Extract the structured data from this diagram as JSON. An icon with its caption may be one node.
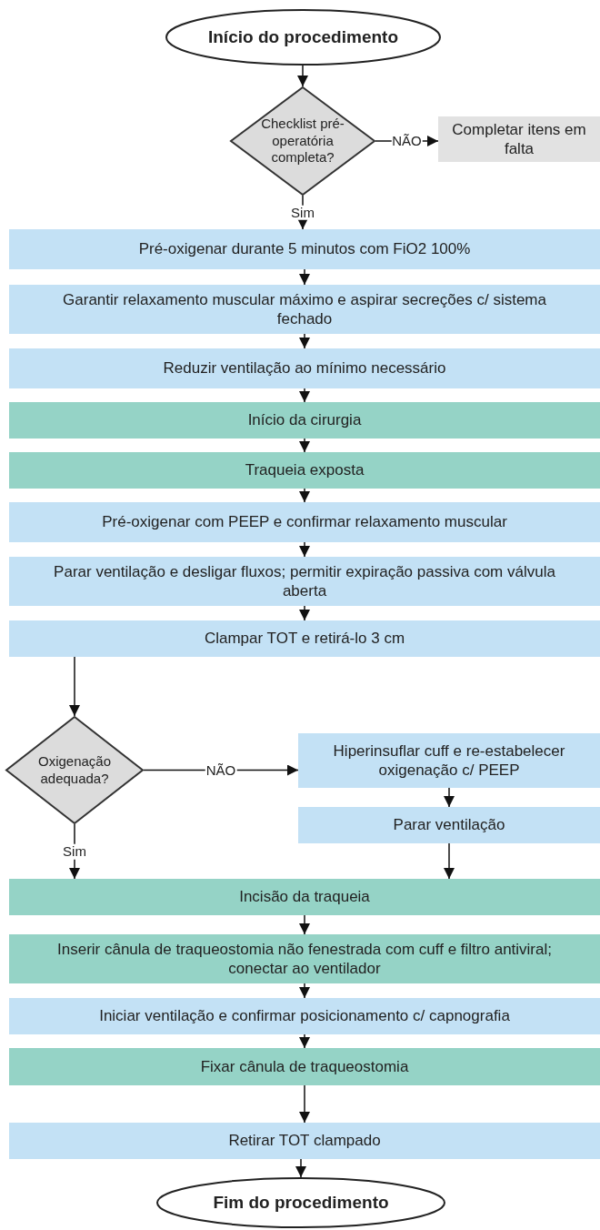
{
  "diagram": {
    "nodes": [
      {
        "text": [
          "Início do procedimento"
        ]
      },
      {
        "text": [
          "Checklist pré-operatória completa?"
        ]
      },
      {
        "text": [
          "Completar itens em falta"
        ]
      },
      {
        "text": [
          "Pré-oxigenar durante 5 minutos com FiO2 100%"
        ]
      },
      {
        "text": [
          "Garantir relaxamento muscular máximo e aspirar secreções c/ sistema fechado"
        ]
      },
      {
        "text": [
          "Reduzir ventilação ao mínimo necessário"
        ]
      },
      {
        "text": [
          "Início da cirurgia"
        ]
      },
      {
        "text": [
          "Traqueia exposta"
        ]
      },
      {
        "text": [
          "Pré-oxigenar com PEEP e confirmar relaxamento muscular"
        ]
      },
      {
        "text": [
          "Parar ventilação e desligar fluxos; permitir expiração passiva com válvula aberta"
        ]
      },
      {
        "text": [
          "Clampar TOT e retirá-lo 3 cm"
        ]
      },
      {
        "text": [
          "Oxigenação adequada?"
        ]
      },
      {
        "text": [
          "Hiperinsuflar cuff e re-estabelecer oxigenação c/ PEEP"
        ]
      },
      {
        "text": [
          "Parar ventilação"
        ]
      },
      {
        "text": [
          "Incisão da traqueia"
        ]
      },
      {
        "text": [
          "Inserir cânula de traqueostomia não fenestrada com cuff e filtro antiviral; conectar ao ventilador"
        ]
      },
      {
        "text": [
          "Iniciar ventilação e confirmar posicionamento c/ capnografia"
        ]
      },
      {
        "text": [
          "Fixar cânula de traqueostomia"
        ]
      },
      {
        "text": [
          "Retirar TOT clampado"
        ]
      },
      {
        "text": [
          "Fim do procedimento"
        ]
      }
    ],
    "edges": [
      {
        "from": 0,
        "to": 1,
        "arrow": "to"
      },
      {
        "from": 1,
        "to": 2,
        "arrow": "to",
        "label": "NÃO"
      },
      {
        "from": 1,
        "to": 3,
        "arrow": "to",
        "label": "Sim"
      },
      {
        "from": 3,
        "to": 4,
        "arrow": "to"
      },
      {
        "from": 4,
        "to": 5,
        "arrow": "to"
      },
      {
        "from": 5,
        "to": 6,
        "arrow": "to"
      },
      {
        "from": 6,
        "to": 7,
        "arrow": "to"
      },
      {
        "from": 7,
        "to": 8,
        "arrow": "to"
      },
      {
        "from": 8,
        "to": 9,
        "arrow": "to"
      },
      {
        "from": 9,
        "to": 10,
        "arrow": "to"
      },
      {
        "from": 10,
        "to": 11,
        "arrow": "to"
      },
      {
        "from": 11,
        "to": 12,
        "arrow": "to",
        "label": "NÃO"
      },
      {
        "from": 12,
        "to": 13,
        "arrow": "to"
      },
      {
        "from": 11,
        "to": 14,
        "arrow": "to",
        "label": "Sim"
      },
      {
        "from": 13,
        "to": 14,
        "arrow": "to"
      },
      {
        "from": 14,
        "to": 15,
        "arrow": "to"
      },
      {
        "from": 15,
        "to": 16,
        "arrow": "to"
      },
      {
        "from": 16,
        "to": 17,
        "arrow": "to"
      },
      {
        "from": 17,
        "to": 18,
        "arrow": "to"
      },
      {
        "from": 18,
        "to": 19,
        "arrow": "to"
      }
    ]
  }
}
